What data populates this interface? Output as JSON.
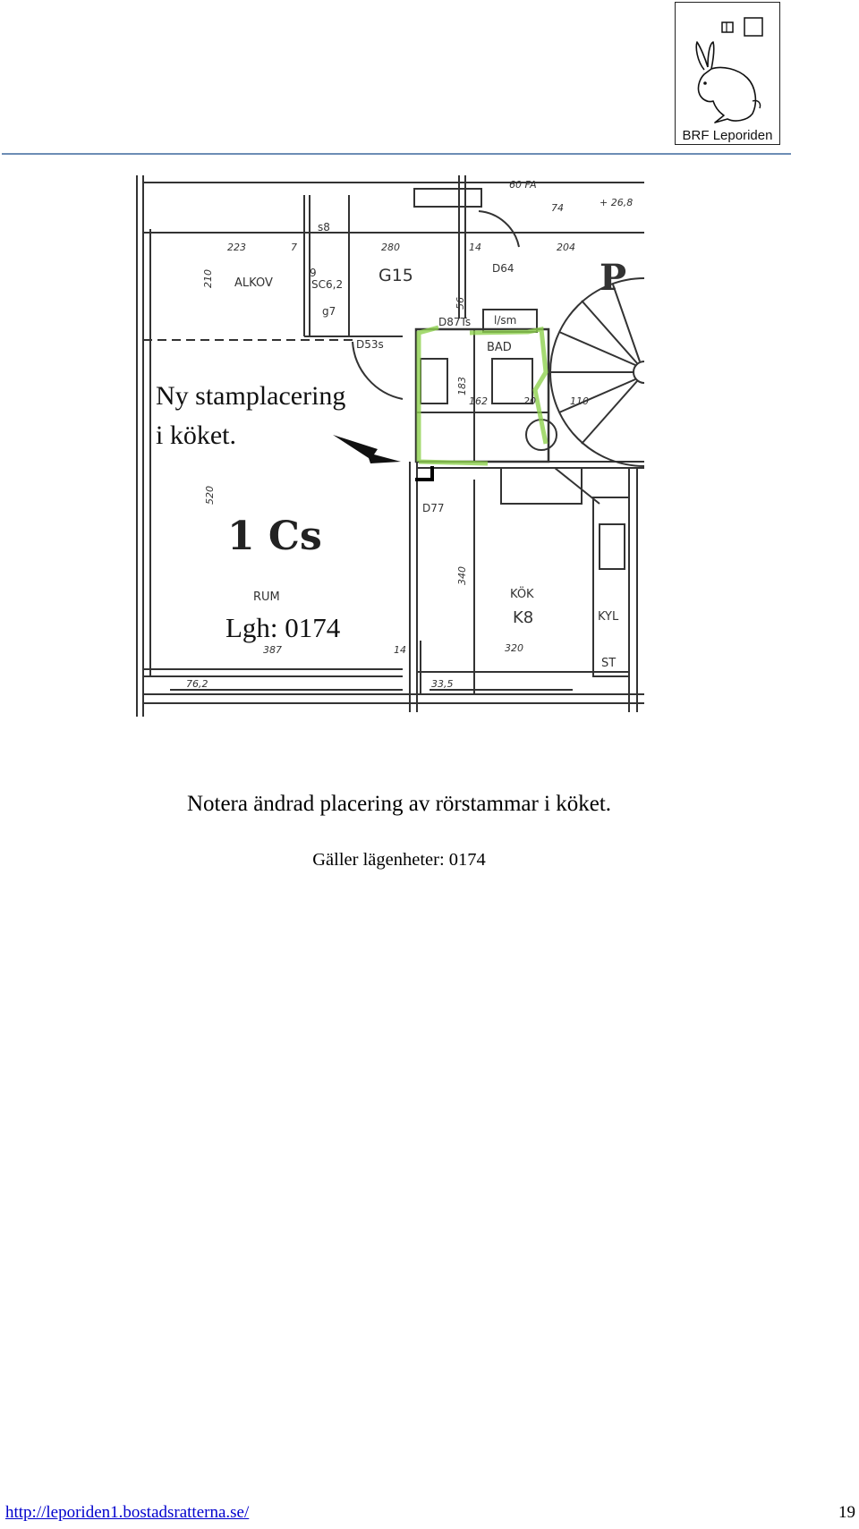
{
  "logo": {
    "text": "BRF Leporiden"
  },
  "plan": {
    "annotation_line1": "Ny stamplacering",
    "annotation_line2": "i köket.",
    "apartment_label": "Lgh:  0174",
    "big_label": "1 Cs",
    "rooms": {
      "alkov": "ALKOV",
      "g15": "G15",
      "bad": "BAD",
      "rum": "RUM",
      "kok": "KÖK",
      "k8": "K8",
      "kyl": "KYL",
      "st": "ST"
    },
    "labels": {
      "d53s": "D53s",
      "d87ts": "D87Ts",
      "d64": "D64",
      "d77": "D77",
      "lsm": "l/sm",
      "sc": "SC6,2",
      "s8": "s8",
      "s9": "9",
      "g7": "g7",
      "p": "P"
    },
    "dimensions": {
      "d223": "223",
      "d7a": "7",
      "d280": "280",
      "d14": "14",
      "d204": "204",
      "d74": "74",
      "d268": "+ 26,8",
      "d210": "210",
      "d520": "520",
      "d387": "387",
      "d14b": "14",
      "d340": "340",
      "d320": "320",
      "d183": "183",
      "d162": "162",
      "d20": "20",
      "d110": "110",
      "d56": "56",
      "d76": "76,2",
      "d33": "33,5",
      "d60": "60 FA"
    }
  },
  "caption": {
    "main": "Notera ändrad placering av rörstammar i köket.",
    "sub": "Gäller lägenheter: 0174"
  },
  "footer": {
    "link": "http://leporiden1.bostadsratterna.se/",
    "page": "19"
  }
}
